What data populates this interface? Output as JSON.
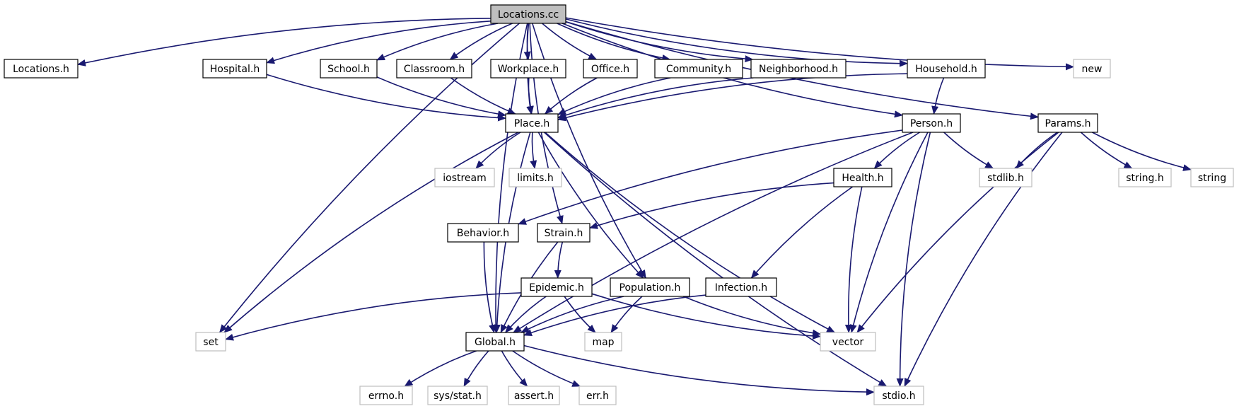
{
  "graph": {
    "root": "Locations.cc",
    "colors": {
      "root_fill": "#bfbfbf",
      "node_border": "#000000",
      "external_border": "#bfbfbf",
      "edge": "#191970"
    },
    "nodes": [
      {
        "id": "locations_cc",
        "label": "Locations.cc",
        "kind": "root"
      },
      {
        "id": "locations_h",
        "label": "Locations.h",
        "kind": "project"
      },
      {
        "id": "hospital_h",
        "label": "Hospital.h",
        "kind": "project"
      },
      {
        "id": "school_h",
        "label": "School.h",
        "kind": "project"
      },
      {
        "id": "classroom_h",
        "label": "Classroom.h",
        "kind": "project"
      },
      {
        "id": "workplace_h",
        "label": "Workplace.h",
        "kind": "project"
      },
      {
        "id": "office_h",
        "label": "Office.h",
        "kind": "project"
      },
      {
        "id": "community_h",
        "label": "Community.h",
        "kind": "project"
      },
      {
        "id": "neighborhood_h",
        "label": "Neighborhood.h",
        "kind": "project"
      },
      {
        "id": "household_h",
        "label": "Household.h",
        "kind": "project"
      },
      {
        "id": "new",
        "label": "new",
        "kind": "external"
      },
      {
        "id": "place_h",
        "label": "Place.h",
        "kind": "project"
      },
      {
        "id": "person_h",
        "label": "Person.h",
        "kind": "project"
      },
      {
        "id": "params_h",
        "label": "Params.h",
        "kind": "project"
      },
      {
        "id": "iostream",
        "label": "iostream",
        "kind": "external"
      },
      {
        "id": "limits_h",
        "label": "limits.h",
        "kind": "external"
      },
      {
        "id": "health_h",
        "label": "Health.h",
        "kind": "project"
      },
      {
        "id": "stdlib_h",
        "label": "stdlib.h",
        "kind": "external"
      },
      {
        "id": "string_h",
        "label": "string.h",
        "kind": "external"
      },
      {
        "id": "string",
        "label": "string",
        "kind": "external"
      },
      {
        "id": "behavior_h",
        "label": "Behavior.h",
        "kind": "project"
      },
      {
        "id": "strain_h",
        "label": "Strain.h",
        "kind": "project"
      },
      {
        "id": "epidemic_h",
        "label": "Epidemic.h",
        "kind": "project"
      },
      {
        "id": "population_h",
        "label": "Population.h",
        "kind": "project"
      },
      {
        "id": "infection_h",
        "label": "Infection.h",
        "kind": "project"
      },
      {
        "id": "set",
        "label": "set",
        "kind": "external"
      },
      {
        "id": "global_h",
        "label": "Global.h",
        "kind": "project"
      },
      {
        "id": "map",
        "label": "map",
        "kind": "external"
      },
      {
        "id": "vector",
        "label": "vector",
        "kind": "external"
      },
      {
        "id": "errno_h",
        "label": "errno.h",
        "kind": "external"
      },
      {
        "id": "sys_stat_h",
        "label": "sys/stat.h",
        "kind": "external"
      },
      {
        "id": "assert_h",
        "label": "assert.h",
        "kind": "external"
      },
      {
        "id": "err_h",
        "label": "err.h",
        "kind": "external"
      },
      {
        "id": "stdio_h",
        "label": "stdio.h",
        "kind": "external"
      }
    ],
    "edges": [
      [
        "locations_cc",
        "locations_h"
      ],
      [
        "locations_cc",
        "hospital_h"
      ],
      [
        "locations_cc",
        "school_h"
      ],
      [
        "locations_cc",
        "classroom_h"
      ],
      [
        "locations_cc",
        "workplace_h"
      ],
      [
        "locations_cc",
        "office_h"
      ],
      [
        "locations_cc",
        "community_h"
      ],
      [
        "locations_cc",
        "neighborhood_h"
      ],
      [
        "locations_cc",
        "household_h"
      ],
      [
        "locations_cc",
        "new"
      ],
      [
        "locations_cc",
        "params_h"
      ],
      [
        "locations_cc",
        "person_h"
      ],
      [
        "locations_cc",
        "place_h"
      ],
      [
        "locations_cc",
        "set"
      ],
      [
        "locations_cc",
        "global_h"
      ],
      [
        "locations_cc",
        "strain_h"
      ],
      [
        "locations_cc",
        "population_h"
      ],
      [
        "hospital_h",
        "place_h"
      ],
      [
        "school_h",
        "place_h"
      ],
      [
        "classroom_h",
        "place_h"
      ],
      [
        "workplace_h",
        "place_h"
      ],
      [
        "office_h",
        "place_h"
      ],
      [
        "community_h",
        "place_h"
      ],
      [
        "neighborhood_h",
        "place_h"
      ],
      [
        "household_h",
        "place_h"
      ],
      [
        "household_h",
        "person_h"
      ],
      [
        "place_h",
        "iostream"
      ],
      [
        "place_h",
        "limits_h"
      ],
      [
        "place_h",
        "population_h"
      ],
      [
        "place_h",
        "set"
      ],
      [
        "place_h",
        "global_h"
      ],
      [
        "place_h",
        "vector"
      ],
      [
        "place_h",
        "stdio_h"
      ],
      [
        "person_h",
        "health_h"
      ],
      [
        "person_h",
        "stdlib_h"
      ],
      [
        "person_h",
        "behavior_h"
      ],
      [
        "person_h",
        "global_h"
      ],
      [
        "person_h",
        "vector"
      ],
      [
        "person_h",
        "stdio_h"
      ],
      [
        "params_h",
        "stdlib_h"
      ],
      [
        "params_h",
        "string_h"
      ],
      [
        "params_h",
        "string"
      ],
      [
        "params_h",
        "vector"
      ],
      [
        "params_h",
        "stdio_h"
      ],
      [
        "health_h",
        "strain_h"
      ],
      [
        "health_h",
        "infection_h"
      ],
      [
        "health_h",
        "vector"
      ],
      [
        "behavior_h",
        "global_h"
      ],
      [
        "strain_h",
        "epidemic_h"
      ],
      [
        "strain_h",
        "global_h"
      ],
      [
        "epidemic_h",
        "set"
      ],
      [
        "epidemic_h",
        "global_h"
      ],
      [
        "epidemic_h",
        "map"
      ],
      [
        "epidemic_h",
        "vector"
      ],
      [
        "population_h",
        "global_h"
      ],
      [
        "population_h",
        "map"
      ],
      [
        "population_h",
        "vector"
      ],
      [
        "infection_h",
        "global_h"
      ],
      [
        "global_h",
        "errno_h"
      ],
      [
        "global_h",
        "sys_stat_h"
      ],
      [
        "global_h",
        "assert_h"
      ],
      [
        "global_h",
        "err_h"
      ],
      [
        "global_h",
        "stdio_h"
      ]
    ]
  }
}
